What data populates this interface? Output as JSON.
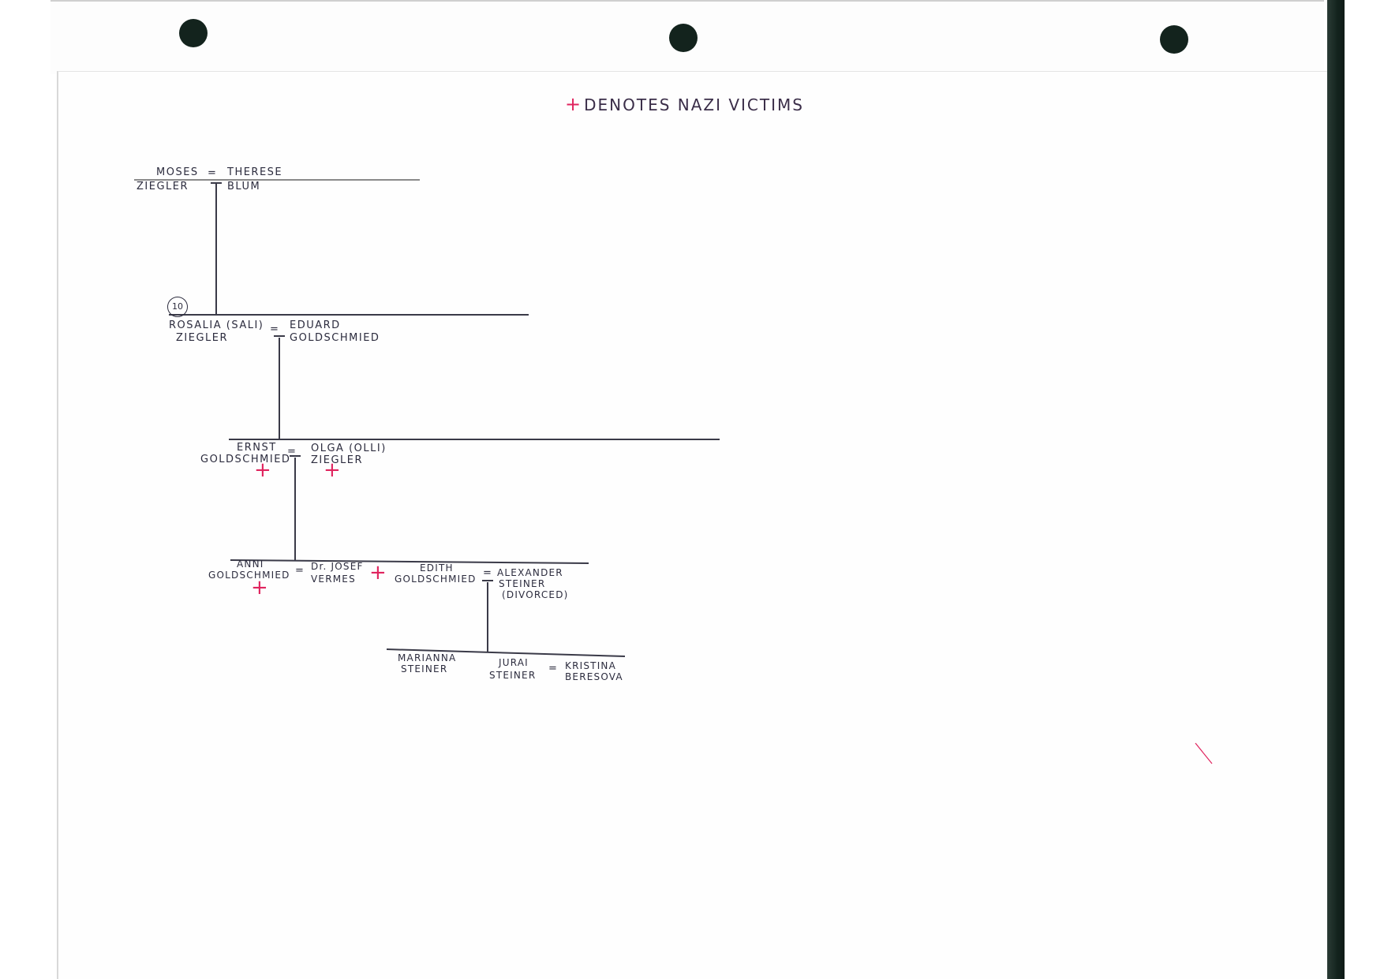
{
  "legend": {
    "symbol": "+",
    "text": "DENOTES NAZI VICTIMS",
    "symbol_color": "#e0245e"
  },
  "generation_marker": "10",
  "people": {
    "moses": {
      "first": "MOSES",
      "last": "ZIEGLER"
    },
    "therese": {
      "first": "THERESE",
      "last": "BLUM"
    },
    "rosalia": {
      "first": "ROSALIA (SALI)",
      "last": "ZIEGLER"
    },
    "eduard": {
      "first": "EDUARD",
      "last": "GOLDSCHMIED"
    },
    "ernst": {
      "first": "ERNST",
      "last": "GOLDSCHMIED",
      "victim": true
    },
    "olga": {
      "first": "OLGA (OLLI)",
      "last": "ZIEGLER",
      "victim": true
    },
    "anni": {
      "first": "ANNI",
      "last": "GOLDSCHMIED",
      "victim": true
    },
    "josef": {
      "first": "Dr. JOSEF",
      "last": "VERMES",
      "victim": true
    },
    "edith": {
      "first": "EDITH",
      "last": "GOLDSCHMIED"
    },
    "alexander": {
      "first": "ALEXANDER",
      "last": "STEINER",
      "note": "(DIVORCED)"
    },
    "marianna": {
      "first": "MARIANNA",
      "last": "STEINER"
    },
    "jurai": {
      "first": "JURAI",
      "last": "STEINER"
    },
    "kristina": {
      "first": "KRISTINA",
      "last": "BERESOVA"
    }
  },
  "marriage_symbol": "=",
  "victim_marker": "+",
  "colors": {
    "ink": "#2c2c3e",
    "victim_red": "#e0245e",
    "binder_edge": "#13231d"
  }
}
